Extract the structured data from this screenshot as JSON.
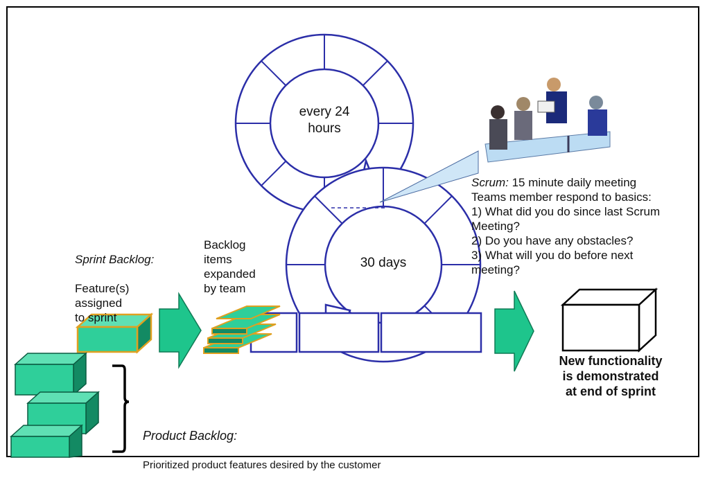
{
  "cycles": {
    "daily_label": "every 24\nhours",
    "sprint_label": "30 days"
  },
  "scrum_note": {
    "title": "Scrum:",
    "title_rest": " 15 minute daily meeting",
    "body": "Teams member respond to basics:\n 1) What did you do since last Scrum\nMeeting?\n 2) Do you have any obstacles?\n 3) What will you do before next\nmeeting?"
  },
  "sprint_backlog": {
    "title": "Sprint Backlog:",
    "body": "Feature(s)\nassigned\nto sprint"
  },
  "backlog_expanded": "Backlog\nitems\nexpanded\nby team",
  "product_backlog": {
    "title": "Product Backlog:",
    "body": "Prioritized product features desired by the customer"
  },
  "outcome": "New functionality\nis demonstrated\nat end of sprint",
  "colors": {
    "ring": "#2b2ea8",
    "box_fill": "#2fcf9a",
    "box_dark": "#138a63",
    "arrow": "#1ec58c",
    "sprint_box_edge": "#e0a020"
  },
  "icons": [
    "meeting-illustration-icon"
  ]
}
